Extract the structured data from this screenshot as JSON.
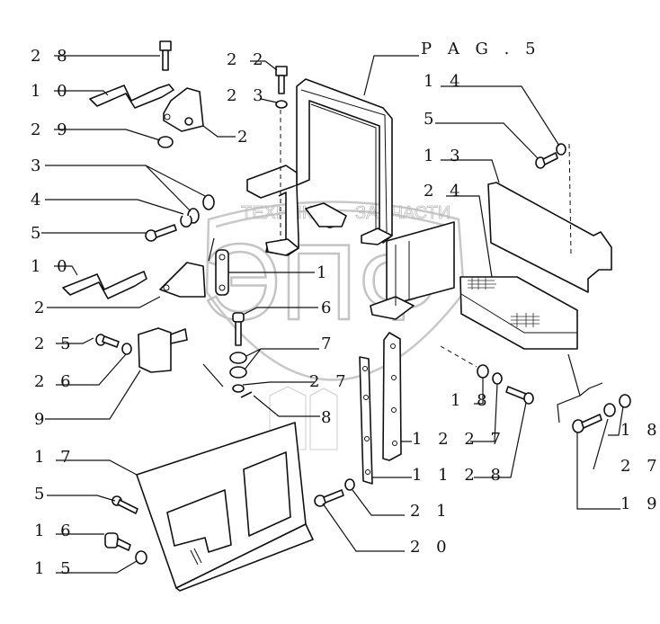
{
  "diagram": {
    "type": "exploded-parts-diagram",
    "reference_label": "PAG.5",
    "watermark": {
      "text_left": "ТЕХНИКА",
      "text_right": "ЗАПЧАСТИ",
      "logo_letters": "ЭПФ"
    },
    "callouts": [
      {
        "id": "c28a",
        "label": "2 8"
      },
      {
        "id": "c10a",
        "label": "1 0"
      },
      {
        "id": "c29",
        "label": "2 9"
      },
      {
        "id": "c2a",
        "label": "2"
      },
      {
        "id": "c3",
        "label": "3"
      },
      {
        "id": "c4",
        "label": "4"
      },
      {
        "id": "c5a",
        "label": "5"
      },
      {
        "id": "c10b",
        "label": "1 0"
      },
      {
        "id": "c2b",
        "label": "2"
      },
      {
        "id": "c1",
        "label": "1"
      },
      {
        "id": "c6",
        "label": "6"
      },
      {
        "id": "c25",
        "label": "2 5"
      },
      {
        "id": "c7",
        "label": "7"
      },
      {
        "id": "c26",
        "label": "2 6"
      },
      {
        "id": "c27a",
        "label": "2 7"
      },
      {
        "id": "c9",
        "label": "9"
      },
      {
        "id": "c8",
        "label": "8"
      },
      {
        "id": "c22",
        "label": "2 2"
      },
      {
        "id": "c23",
        "label": "2 3"
      },
      {
        "id": "cpag",
        "label": "P A G . 5"
      },
      {
        "id": "c14",
        "label": "1 4"
      },
      {
        "id": "c5b",
        "label": "5"
      },
      {
        "id": "c13",
        "label": "1 3"
      },
      {
        "id": "c24",
        "label": "2 4"
      },
      {
        "id": "c18a",
        "label": "1 8"
      },
      {
        "id": "c12_27",
        "label": "1 2 2 7"
      },
      {
        "id": "c11_28",
        "label": "1 1 2 8"
      },
      {
        "id": "c18b",
        "label": "1 8"
      },
      {
        "id": "c27b",
        "label": "2 7"
      },
      {
        "id": "c19",
        "label": "1 9"
      },
      {
        "id": "c21",
        "label": "2 1"
      },
      {
        "id": "c20",
        "label": "2 0"
      },
      {
        "id": "c17",
        "label": "1 7"
      },
      {
        "id": "c5c",
        "label": "5"
      },
      {
        "id": "c16",
        "label": "1 6"
      },
      {
        "id": "c15",
        "label": "1 5"
      }
    ]
  }
}
